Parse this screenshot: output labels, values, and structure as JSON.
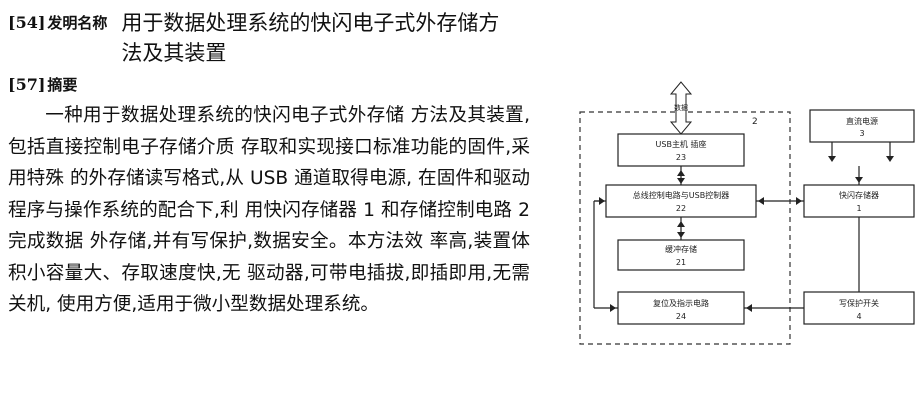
{
  "title_section": {
    "code": "[54]",
    "label": "发明名称",
    "title": "用于数据处理系统的快闪电子式外存储方法及其装置"
  },
  "abstract_section": {
    "code": "[57]",
    "label": "摘要",
    "text": "一种用于数据处理系统的快闪电子式外存储 方法及其装置,包括直接控制电子存储介质 存取和实现接口标准功能的固件,采用特殊 的外存储读写格式,从 USB 通道取得电源, 在固件和驱动程序与操作系统的配合下,利 用快闪存储器 1 和存储控制电路 2 完成数据 外存储,并有写保护,数据安全。本方法效 率高,装置体积小容量大、存取速度快,无 驱动器,可带电插拔,即插即用,无需关机, 使用方便,适用于微小型数据处理系统。"
  },
  "figure": {
    "usb_arrow_label": "数据",
    "controller_ref": "2",
    "power_box": {
      "label": "直流电源",
      "ref": "3"
    },
    "usb_box": {
      "label": "USB主机 插座",
      "ref": "23"
    },
    "ctrl_box": {
      "label": "总线控制电路与USB控制器",
      "ref": "22"
    },
    "flash_box": {
      "label": "快闪存储器",
      "ref": "1"
    },
    "buffer_box": {
      "label": "缓冲存储",
      "ref": "21"
    },
    "reset_box": {
      "label": "复位及指示电路",
      "ref": "24"
    },
    "switch_box": {
      "label": "写保护开关",
      "ref": "4"
    }
  }
}
